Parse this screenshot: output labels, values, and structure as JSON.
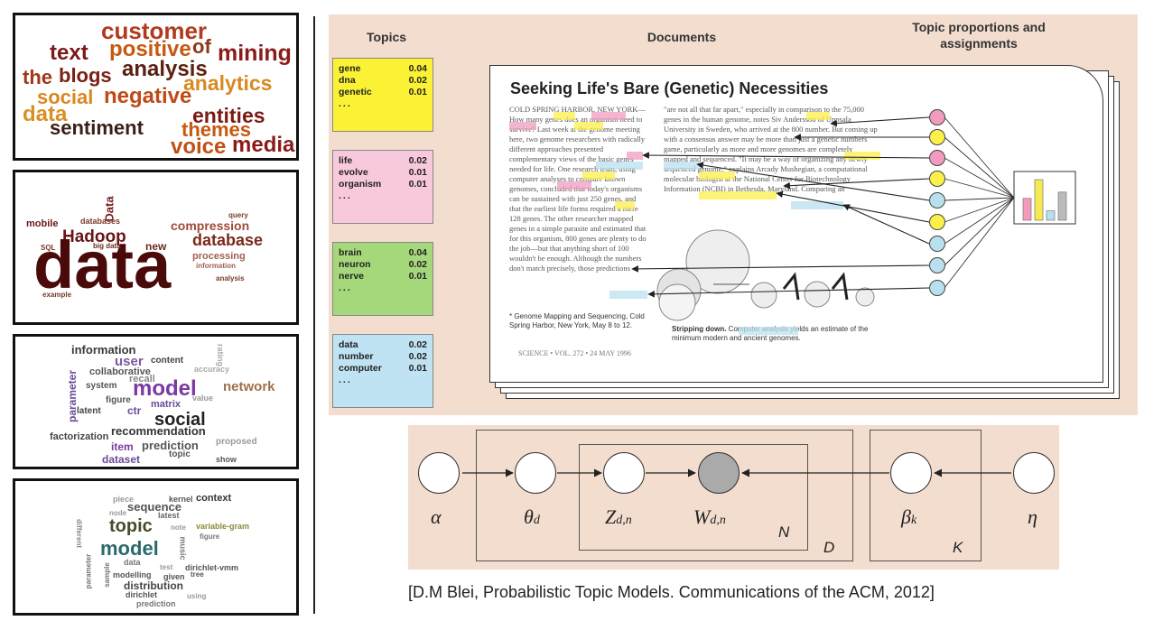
{
  "clouds": [
    {
      "words": [
        "customer",
        "text",
        "positive",
        "of",
        "mining",
        "the",
        "blogs",
        "analysis",
        "analytics",
        "social",
        "negative",
        "data",
        "entities",
        "sentiment",
        "themes",
        "voice",
        "media"
      ]
    },
    {
      "words": [
        "Data",
        "mobile",
        "databases",
        "Hadoop",
        "compression",
        "database",
        "data",
        "processing",
        "information",
        "new",
        "big data",
        "analysis",
        "query",
        "SQL",
        "example"
      ]
    },
    {
      "words": [
        "information",
        "user",
        "content",
        "rating",
        "collaborative",
        "accuracy",
        "recall",
        "parameter",
        "system",
        "model",
        "network",
        "figure",
        "matrix",
        "value",
        "latent",
        "ctr",
        "social",
        "recommendation",
        "factorization",
        "proposed",
        "item",
        "prediction",
        "dataset",
        "topic",
        "show"
      ]
    },
    {
      "words": [
        "piece",
        "sequence",
        "kernel",
        "context",
        "node",
        "latest",
        "topic",
        "variable-gram",
        "different",
        "model",
        "figure",
        "data",
        "test",
        "dirichlet-vmm",
        "parameter",
        "sample",
        "modelling",
        "given",
        "tree",
        "distribution",
        "dirichlet",
        "prediction",
        "using",
        "music",
        "note"
      ]
    }
  ],
  "headers": {
    "topics": "Topics",
    "documents": "Documents",
    "proportions_1": "Topic proportions and",
    "proportions_2": "assignments"
  },
  "topic_cards": [
    {
      "color": "#fbf235",
      "rows": [
        {
          "w": "gene",
          "p": "0.04"
        },
        {
          "w": "dna",
          "p": "0.02"
        },
        {
          "w": "genetic",
          "p": "0.01"
        }
      ],
      "dots": "..."
    },
    {
      "color": "#f8c8dc",
      "rows": [
        {
          "w": "life",
          "p": "0.02"
        },
        {
          "w": "evolve",
          "p": "0.01"
        },
        {
          "w": "organism",
          "p": "0.01"
        }
      ],
      "dots": "..."
    },
    {
      "color": "#a5d87a",
      "rows": [
        {
          "w": "brain",
          "p": "0.04"
        },
        {
          "w": "neuron",
          "p": "0.02"
        },
        {
          "w": "nerve",
          "p": "0.01"
        }
      ],
      "dots": "..."
    },
    {
      "color": "#bfe3f2",
      "rows": [
        {
          "w": "data",
          "p": "0.02"
        },
        {
          "w": "number",
          "p": "0.02"
        },
        {
          "w": "computer",
          "p": "0.01"
        }
      ],
      "dots": "..."
    }
  ],
  "document": {
    "title": "Seeking Life's Bare (Genetic) Necessities",
    "col1": "COLD SPRING HARBOR, NEW YORK— How many genes does an organism need to survive? Last week at the genome meeting here, two genome researchers with radically different approaches presented complementary views of the basic genes needed for life. One research team, using computer analyses to compare known genomes, concluded that today's organisms can be sustained with just 250 genes, and that the earliest life forms required a mere 128 genes. The other researcher mapped genes in a simple parasite and estimated that for this organism, 800 genes are plenty to do the job—but that anything short of 100 wouldn't be enough. Although the numbers don't match precisely, those predictions",
    "col2": "\"are not all that far apart,\" especially in comparison to the 75,000 genes in the human genome, notes Siv Andersson of Uppsala University in Sweden, who arrived at the 800 number. But coming up with a consensus answer may be more than just a genetic numbers game, particularly as more and more genomes are completely mapped and sequenced. \"It may be a way of organizing any newly sequenced genome,\" explains Arcady Mushegian, a computational molecular biologist at the National Center for Biotechnology Information (NCBI) in Bethesda, Maryland. Comparing an",
    "footnote": "* Genome Mapping and Sequencing, Cold Spring Harbor, New York, May 8 to 12.",
    "journal": "SCIENCE • VOL. 272 • 24 MAY 1996",
    "caption_bold": "Stripping down.",
    "caption_rest": " Computer analysis yields an estimate of the minimum modern and ancient genomes."
  },
  "proportions": {
    "values": [
      0.35,
      0.65,
      0.15,
      0.45
    ],
    "colors": [
      "#f39bbd",
      "#f5ea52",
      "#b9dfee",
      "#bbb"
    ]
  },
  "model": {
    "alpha": "α",
    "theta": "θ",
    "theta_sub": "d",
    "z": "Z",
    "z_sub": "d,n",
    "w": "W",
    "w_sub": "d,n",
    "beta": "β",
    "beta_sub": "k",
    "eta": "η",
    "plate_n": "N",
    "plate_d": "D",
    "plate_k": "K"
  },
  "citation": "[D.M Blei, Probabilistic Topic Models. Communications of the ACM, 2012]",
  "colors": {
    "pink": "#f29bbf",
    "yellow": "#fbf04a",
    "blue": "#b9e0ef",
    "bg": "#f3ddcf"
  }
}
